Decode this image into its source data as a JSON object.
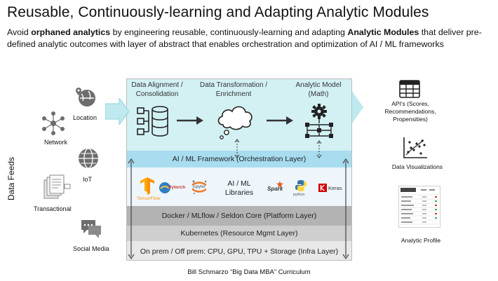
{
  "title": "Reusable, Continuously-learning and Adapting Analytic Modules",
  "subtitle": {
    "p1": "Avoid ",
    "b1": "orphaned analytics",
    "p2": " by engineering reusable, continuously-learning and adapting ",
    "b2": "Analytic Modules",
    "p3": " that deliver pre-defined analytic outcomes with layer of abstract that enables orchestration and optimization of AI / ML frameworks"
  },
  "data_feeds": {
    "label": "Data Feeds",
    "sources": [
      "Location",
      "Network",
      "IoT",
      "Transactional",
      "Social Media"
    ]
  },
  "stages": [
    {
      "line1": "Data Alignment /",
      "line2": "Consolidation"
    },
    {
      "line1": "Data Transformation /",
      "line2": "Enrichment"
    },
    {
      "line1": "Analytic Model",
      "line2": "(Math)"
    }
  ],
  "layers": {
    "ml_framework": "AI / ML Framework (Orchestration Layer)",
    "libraries_line1": "AI / ML",
    "libraries_line2": "Libraries",
    "platform": "Docker / MLflow / Seldon Core (Platform Layer)",
    "kubernetes": "Kubernetes (Resource Mgmt Layer)",
    "infra": "On prem / Off prem: CPU, GPU, TPU + Storage (Infra Layer)"
  },
  "libraries": [
    "TensorFlow",
    "Pytorch",
    "jupyter",
    "Spark",
    "python",
    "Keras"
  ],
  "outputs": {
    "apis_line1": "API's (Scores,",
    "apis_line2": "Recommendations,",
    "apis_line3": "Propensities)",
    "visualizations": "Data Visualizations",
    "profile": "Analytic Profile"
  },
  "footer": "Bill Schmarzo “Big Data MBA” Curriculum",
  "colors": {
    "ingest": "#d3f1f3",
    "orchestration": "#a8dcef",
    "libraries": "#eef6fb",
    "platform": "#b3b3b3",
    "kubernetes": "#cfcfcf",
    "infra": "#e8e8e8",
    "icon_gray": "#6d6d6d"
  }
}
